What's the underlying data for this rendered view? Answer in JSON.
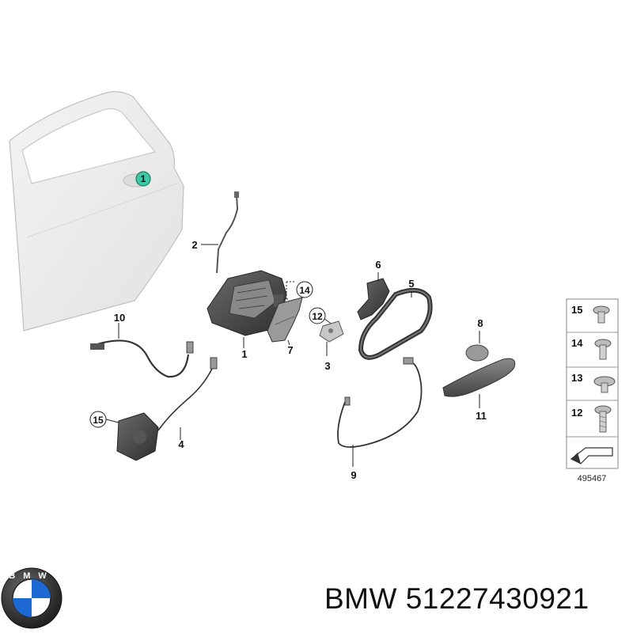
{
  "diagram": {
    "door_callout": "1",
    "callouts": [
      {
        "id": "2",
        "label": "2"
      },
      {
        "id": "14",
        "label": "14"
      },
      {
        "id": "1",
        "label": "1"
      },
      {
        "id": "7",
        "label": "7"
      },
      {
        "id": "12",
        "label": "12"
      },
      {
        "id": "3",
        "label": "3"
      },
      {
        "id": "6",
        "label": "6"
      },
      {
        "id": "5",
        "label": "5"
      },
      {
        "id": "8",
        "label": "8"
      },
      {
        "id": "11",
        "label": "11"
      },
      {
        "id": "10",
        "label": "10"
      },
      {
        "id": "15",
        "label": "15"
      },
      {
        "id": "4",
        "label": "4"
      },
      {
        "id": "9",
        "label": "9"
      }
    ],
    "fastener_legend": [
      {
        "label": "15"
      },
      {
        "label": "14"
      },
      {
        "label": "13"
      },
      {
        "label": "12"
      }
    ],
    "diagram_number": "495467"
  },
  "footer": {
    "brand": "BMW",
    "part_number": "51227430921",
    "logo_letters": "BMW"
  },
  "colors": {
    "door_fill": "#ececec",
    "door_callout_fill": "#3fc6a5",
    "part_dark": "#3a3a3a",
    "part_mid": "#7a7a7a",
    "bmw_blue": "#1c69d4"
  }
}
